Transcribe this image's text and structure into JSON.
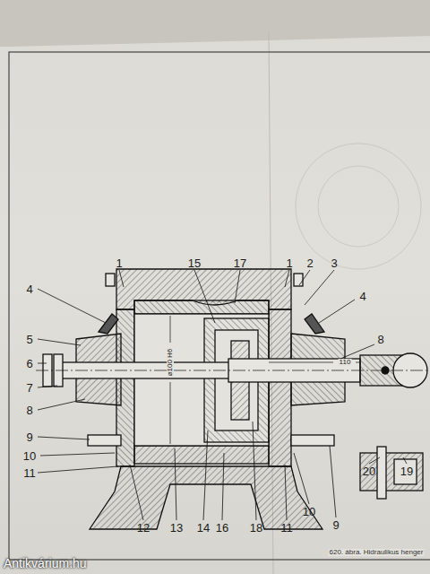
{
  "diagram": {
    "labels": [
      "1",
      "15",
      "17",
      "1",
      "2",
      "3",
      "4",
      "4",
      "5",
      "6",
      "7",
      "8",
      "8",
      "9",
      "10",
      "11",
      "12",
      "13",
      "14",
      "16",
      "18",
      "11",
      "10",
      "9",
      "20",
      "19",
      "⌀100 H6",
      "110",
      "620. ábra. Hidraulikus henger",
      "Antikvárium.hu"
    ]
  }
}
